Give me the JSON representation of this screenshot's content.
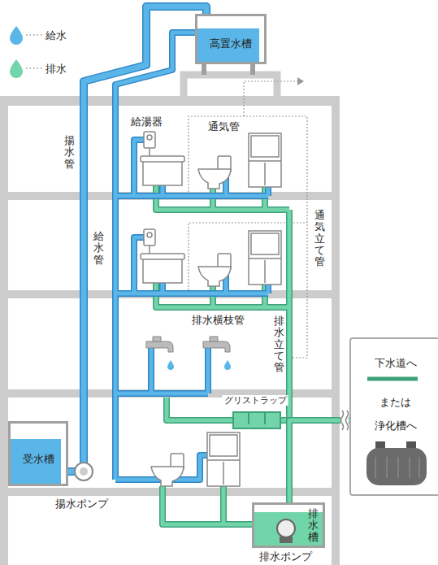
{
  "diagram": {
    "nodes": [
      {
        "text": [
          "高置水槽"
        ]
      },
      {
        "text": [
          "受水槽"
        ]
      },
      {
        "text": [
          "排水槽"
        ]
      },
      {
        "text": [
          "グリストラップ"
        ]
      },
      {
        "text": [
          "下水道へ",
          "または",
          "浄化槽へ"
        ]
      }
    ],
    "edges": [
      {
        "from": 1,
        "to": 0,
        "arrow": "none"
      },
      {
        "from": 3,
        "to": 4,
        "arrow": "none"
      },
      {
        "from": 2,
        "to": 4,
        "arrow": "none"
      }
    ],
    "labels": [
      "揚水管",
      "給水管",
      "給湯器",
      "通気管",
      "通気立て管",
      "排水横枝管",
      "排水立て管",
      "揚水ポンプ",
      "排水ポンプ"
    ],
    "legend": [
      {
        "text": "給水",
        "color": "#5ab6e8"
      },
      {
        "text": "排水",
        "color": "#72d4a9"
      }
    ]
  }
}
